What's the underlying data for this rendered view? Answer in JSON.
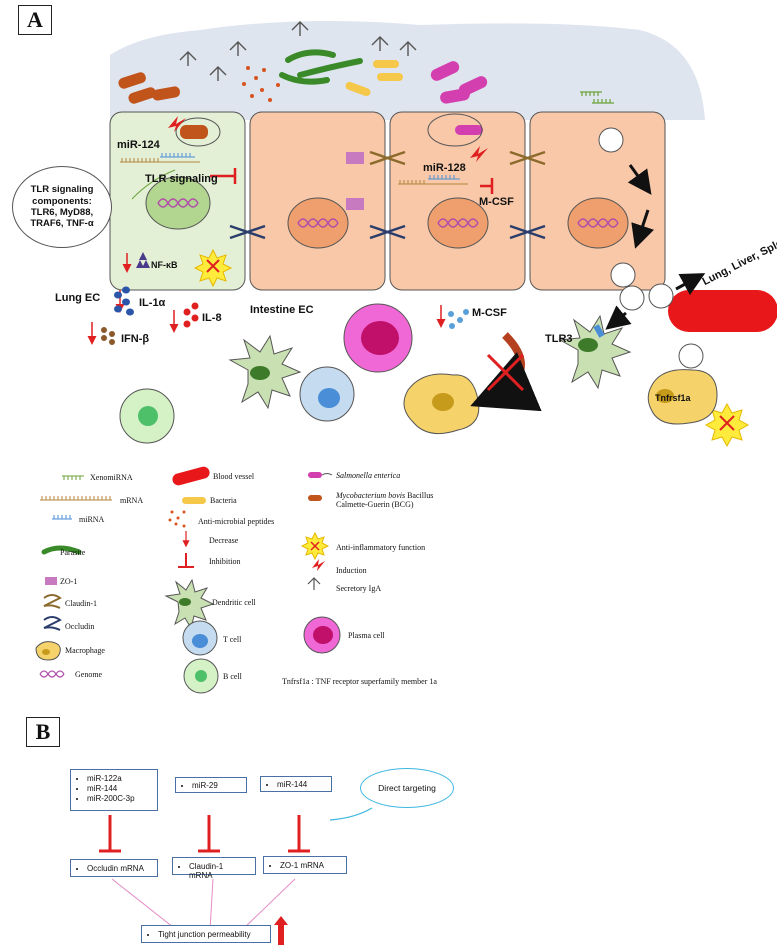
{
  "panel_a": {
    "label": "A",
    "labels": {
      "mir124": "miR-124",
      "tlr_signaling": "TLR signaling",
      "callout": [
        "TLR signaling",
        "components:",
        "TLR6, MyD88,",
        "TRAF6, TNF-α"
      ],
      "nfkb": "NF-κB",
      "lung_ec": "Lung EC",
      "il1a": "IL-1α",
      "il8": "IL-8",
      "ifnb": "IFN-β",
      "intestine_ec": "Intestine EC",
      "mir128": "miR-128",
      "mcsf_top": "M-CSF",
      "mcsf_bottom": "M-CSF",
      "tlr3": "TLR3",
      "organs": "Lung, Liver, Spleen,…",
      "tnfrsf1a": "Tnfrsf1a"
    }
  },
  "legend": {
    "xenomirna": "XenomiRNA",
    "mrna": "mRNA",
    "mirna": "miRNA",
    "parasite": "Parasite",
    "zo1": "ZO-1",
    "claudin1": "Claudin-1",
    "occludin": "Occludin",
    "macrophage": "Macrophage",
    "genome": "Genome",
    "blood_vessel": "Blood vessel",
    "bacteria": "Bacteria",
    "amp": "Anti-microbial peptides",
    "decrease": "Decrease",
    "inhibition": "Inhibition",
    "dendritic": "Dendritic cell",
    "tcell": "T cell",
    "bcell": "B cell",
    "salmonella": "Salmonella enterica",
    "mycobacterium_italic": "Mycobacterium bovis",
    "mycobacterium_rest": " Bacillus",
    "mycobacterium_line2": "Calmette-Guerin (BCG)",
    "antiinflam": "Anti-inflammatory function",
    "induction": "Induction",
    "iga": "Secretory IgA",
    "plasma": "Plasma cell",
    "tnfrsf_note": "Tnfrsf1a : TNF receptor superfamily member 1a"
  },
  "panel_b": {
    "label": "B",
    "group1": [
      "miR-122a",
      "miR-144",
      "miR-200C-3p"
    ],
    "group2": [
      "miR-29"
    ],
    "group3": [
      "miR-144"
    ],
    "bubble": "Direct targeting",
    "target1": "Occludin mRNA",
    "target2": "Claudin-1 mRNA",
    "target3": "ZO-1 mRNA",
    "result": "Tight junction permeability"
  },
  "colors": {
    "lumen": "#dfe5ee",
    "lung_cell": "#e3f0d6",
    "intestine_cell": "#f8c8a8",
    "nucleus": "#ef9f6e",
    "inhibition": "#e02020",
    "box_border": "#4a6fa5",
    "bubble_border": "#3fb7e0"
  }
}
